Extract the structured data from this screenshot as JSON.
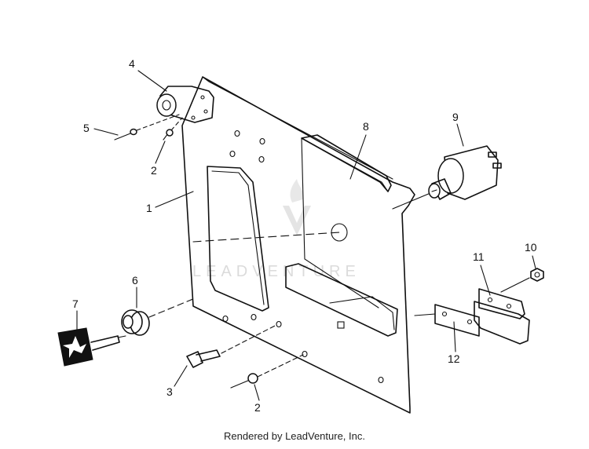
{
  "callouts": {
    "c1": "1",
    "c2a": "2",
    "c2b": "2",
    "c3": "3",
    "c4": "4",
    "c5": "5",
    "c6": "6",
    "c7": "7",
    "c8": "8",
    "c9": "9",
    "c10": "10",
    "c11": "11",
    "c12": "12"
  },
  "watermark": {
    "text": "LEADVENTURE"
  },
  "footer": {
    "credit": "Rendered by LeadVenture, Inc."
  }
}
